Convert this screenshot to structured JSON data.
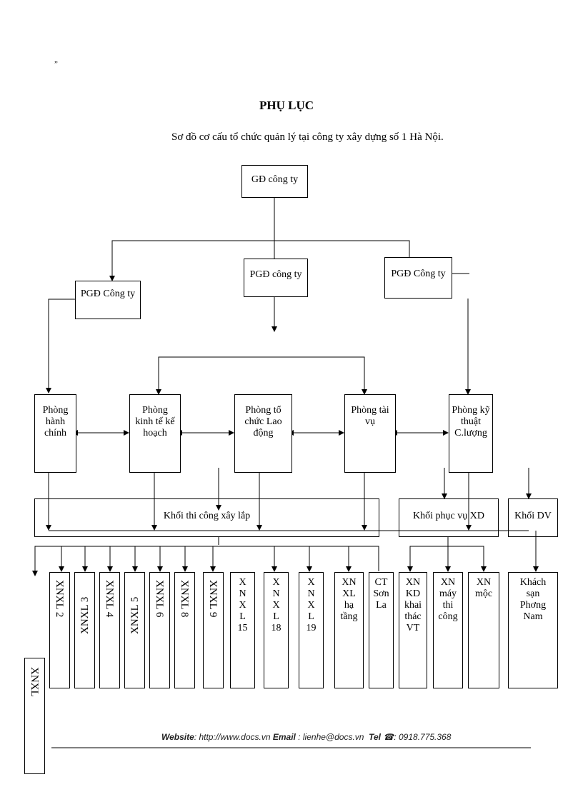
{
  "stray_mark": "”",
  "heading": "PHỤ LỤC",
  "subtitle": "Sơ đồ cơ cấu tổ chức quản lý tại công ty xây dựng số 1 Hà Nội.",
  "nodes": {
    "gd": "GĐ công ty",
    "pgd_left": "PGĐ Công ty",
    "pgd_mid": "PGĐ công ty",
    "pgd_right": "PGĐ Công ty",
    "p_hanh_chinh": "Phòng\nhành\nchính",
    "p_kinh_te": "Phòng\nkinh tế kế\nhoạch",
    "p_to_chuc": "Phòng tổ\nchức Lao\nđộng",
    "p_tai_vu": "Phòng tài\nvụ",
    "p_ky_thuat": "Phòng kỹ\nthuật\nC.lượng",
    "khoi_thi_cong": "Khối thi công xây lắp",
    "khoi_phuc_vu": "Khối phục vụ XD",
    "khoi_dv": "Khối DV"
  },
  "units_rotated": [
    "XNXL 2",
    "XNXL 3",
    "XNXL 4",
    "XNXL 5",
    "XNXL 6",
    "XNXL 8",
    "XNXL 9"
  ],
  "units_stacked": [
    "X\nN\nX\nL\n15",
    "X\nN\nX\nL\n18",
    "X\nN\nX\nL\n19",
    "XN\nXL\nhạ\ntầng",
    "CT\nSơn\nLa",
    "XN\nKD\nkhai\nthác\nVT",
    "XN\nmáy\nthi\ncông",
    "XN\nmộc",
    "Khách\nsạn\nPhơng\nNam"
  ],
  "side_unit": "XNXL",
  "footer": {
    "website_label": "Website",
    "website": ": http://www.docs.vn",
    "email_label": "Email",
    "email": ": lienhe@docs.vn",
    "tel_label": "Tel",
    "tel_icon": "phone-icon",
    "tel": ": 0918.775.368"
  }
}
